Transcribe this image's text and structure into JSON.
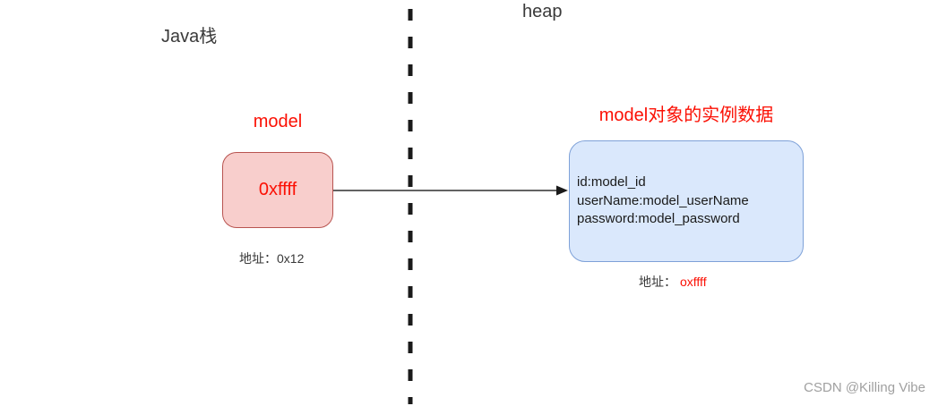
{
  "diagram": {
    "stack": {
      "region_label": "Java栈",
      "var_label": "model",
      "var_value": "0xffff",
      "address_label": "地址：0x12"
    },
    "heap": {
      "region_label": "heap",
      "title": "model对象的实例数据",
      "fields": {
        "0": "id:model_id",
        "1": "userName:model_userName",
        "2": "password:model_password"
      },
      "address_prefix": "地址：",
      "address_value": "oxffff"
    },
    "watermark": "CSDN @Killing Vibe",
    "colors": {
      "label_red": "#fb1004",
      "ref_box_fill": "#f8cecc",
      "ref_box_border": "#b85450",
      "object_box_fill": "#dae8fc",
      "object_box_border": "#7ea1d8",
      "arrow": "#4d4d4d",
      "divider": "#1a1a1a",
      "watermark_gray": "#a0a0a0"
    }
  }
}
